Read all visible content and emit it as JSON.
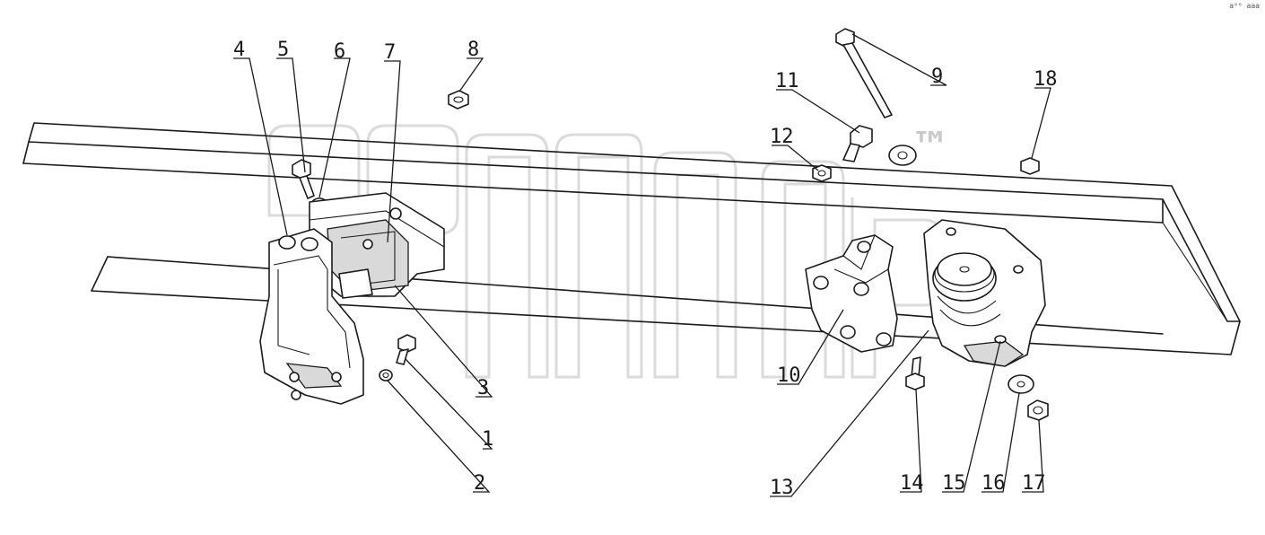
{
  "corner_mark": "a⁰⁰ aaa",
  "watermark_symbol": "™",
  "callouts": [
    {
      "label": "1"
    },
    {
      "label": "2"
    },
    {
      "label": "3"
    },
    {
      "label": "4"
    },
    {
      "label": "5"
    },
    {
      "label": "6"
    },
    {
      "label": "7"
    },
    {
      "label": "8"
    },
    {
      "label": "9"
    },
    {
      "label": "10"
    },
    {
      "label": "11"
    },
    {
      "label": "12"
    },
    {
      "label": "13"
    },
    {
      "label": "14"
    },
    {
      "label": "15"
    },
    {
      "label": "16"
    },
    {
      "label": "17"
    },
    {
      "label": "18"
    }
  ]
}
